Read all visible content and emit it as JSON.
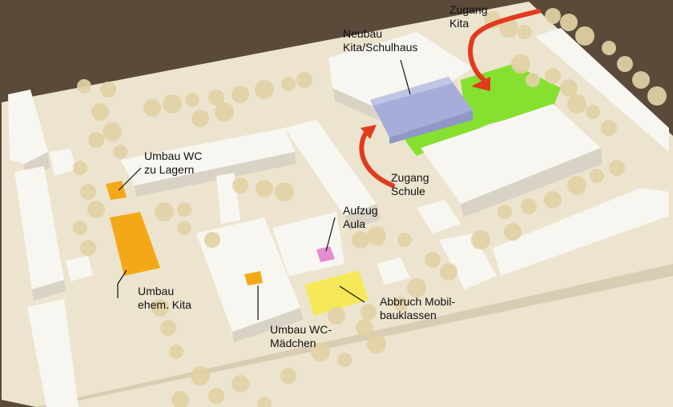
{
  "colors": {
    "table": "#5a4a3a",
    "base": "#ede4cf",
    "building": "#f8f6f1",
    "building_shadow": "#d9d3c6",
    "new_building": "#a5add8",
    "green_area": "#86e030",
    "arrow": "#e23a1e",
    "orange_block": "#f3a917",
    "yellow_block": "#f5e95a",
    "pink_block": "#e58bd0",
    "tree": "#e2d1a6",
    "leader_line": "#111111"
  },
  "labels": {
    "zugang_kita": [
      "Zugang",
      "Kita"
    ],
    "neubau": [
      "Neubau",
      "Kita/Schulhaus"
    ],
    "umbau_wc_lagern": [
      "Umbau WC",
      "zu Lagern"
    ],
    "zugang_schule": [
      "Zugang",
      "Schule"
    ],
    "aufzug_aula": [
      "Aufzug",
      "Aula"
    ],
    "umbau_kita": [
      "Umbau",
      "ehem. Kita"
    ],
    "abbruch": [
      "Abbruch Mobil-",
      "bauklassen"
    ],
    "umbau_wc_maedchen": [
      "Umbau WC-",
      "Mädchen"
    ]
  }
}
